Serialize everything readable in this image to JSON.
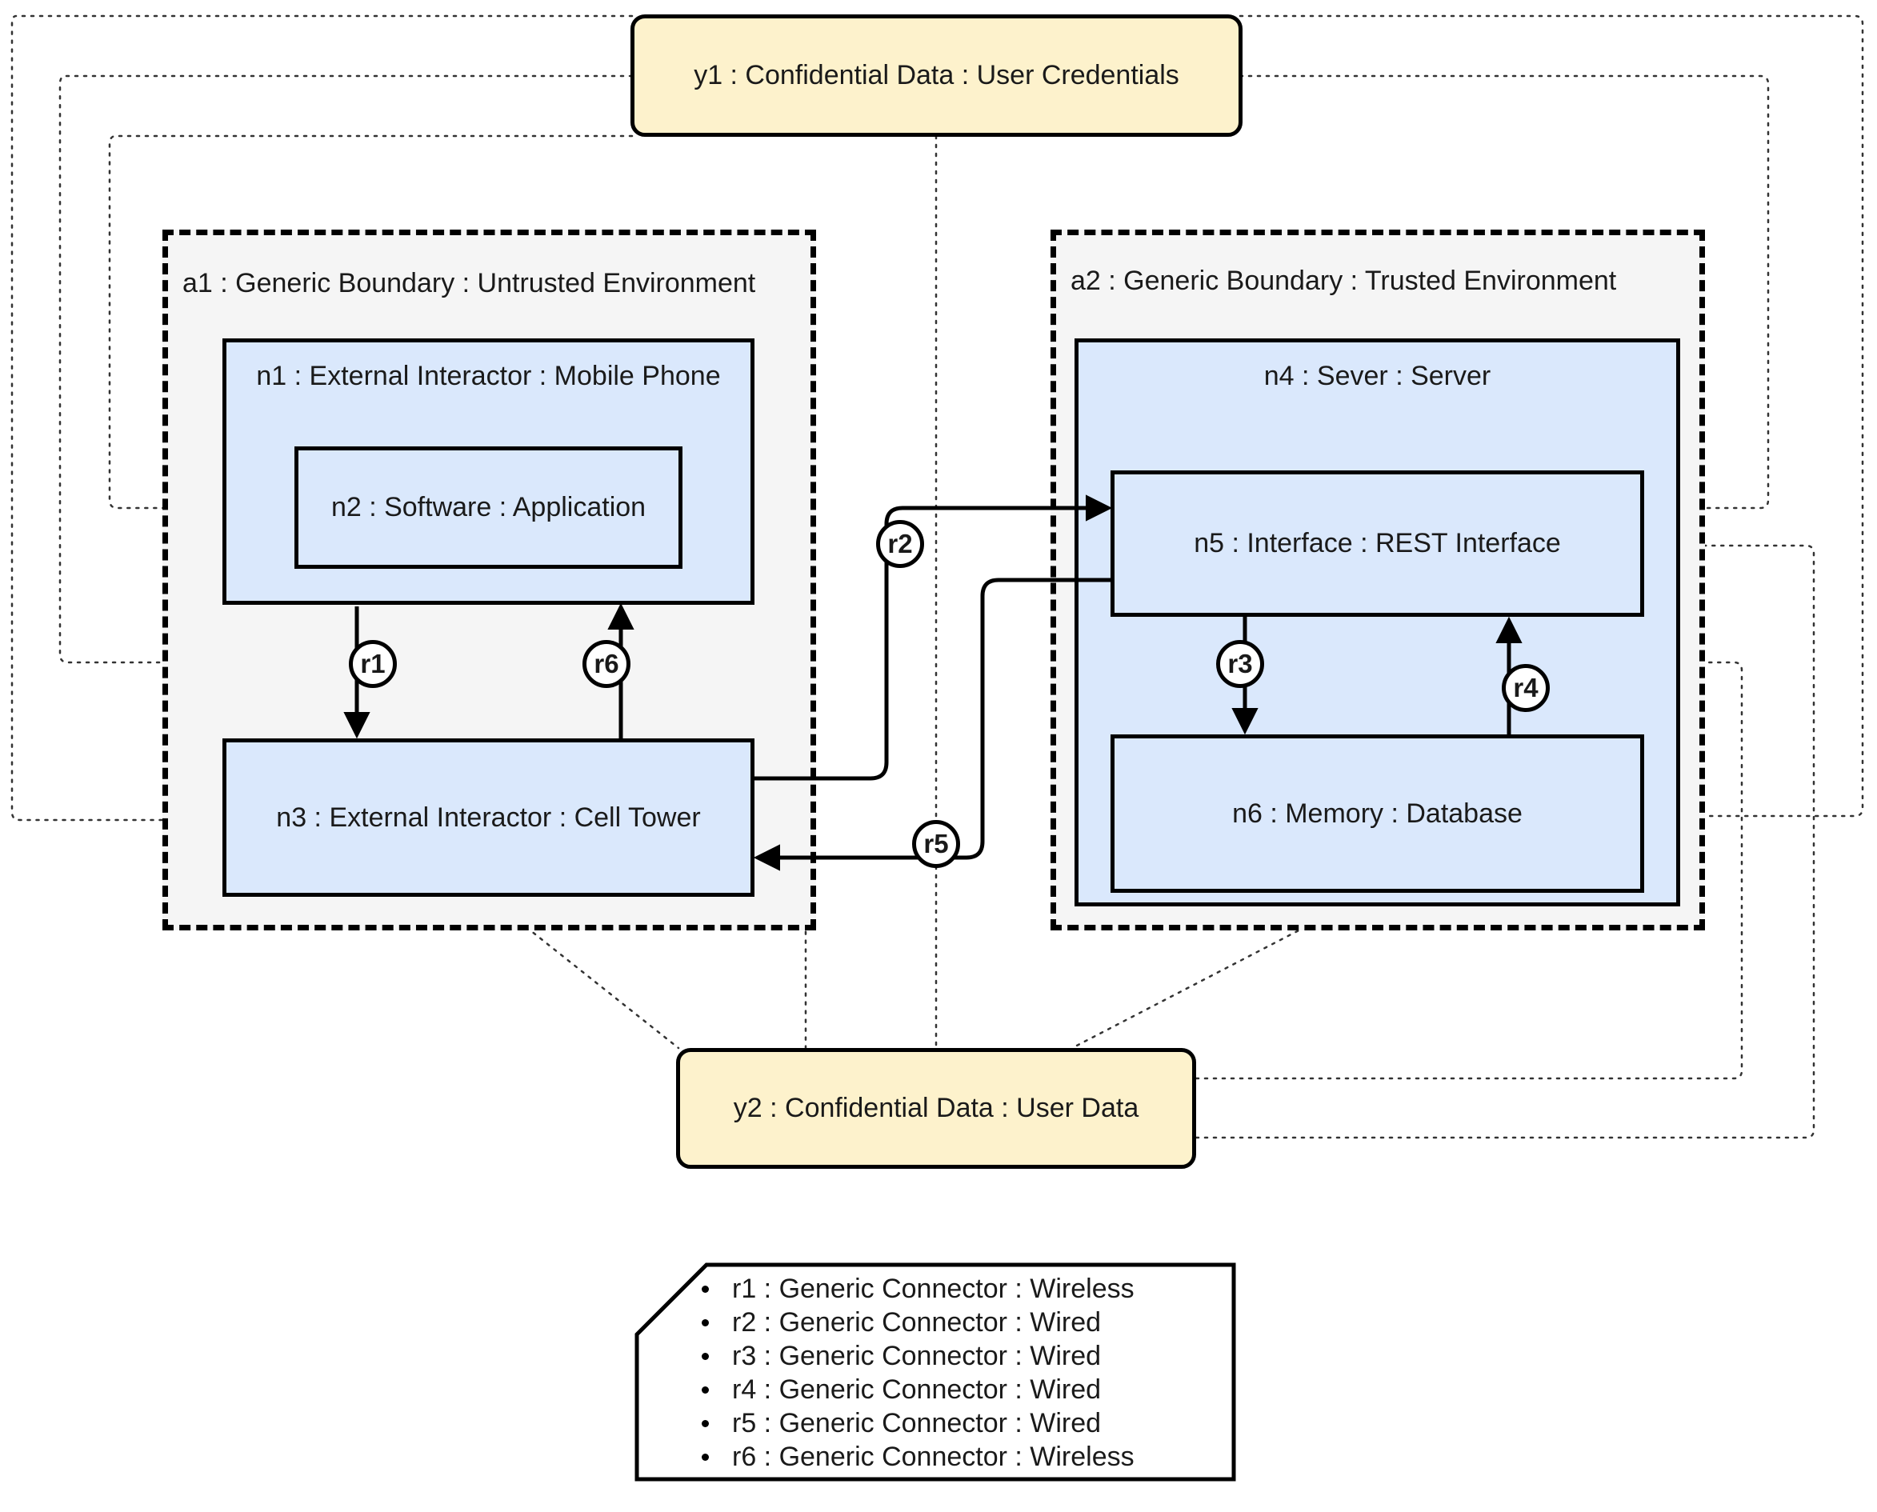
{
  "diagram": {
    "data_items": [
      {
        "id": "y1",
        "label": "y1 : Confidential Data : User Credentials"
      },
      {
        "id": "y2",
        "label": "y2 : Confidential Data : User Data"
      }
    ],
    "boundaries": [
      {
        "id": "a1",
        "label": "a1 : Generic Boundary : Untrusted Environment"
      },
      {
        "id": "a2",
        "label": "a2 : Generic Boundary : Trusted Environment"
      }
    ],
    "nodes": [
      {
        "id": "n1",
        "label": "n1 : External Interactor : Mobile Phone"
      },
      {
        "id": "n2",
        "label": "n2 : Software : Application"
      },
      {
        "id": "n3",
        "label": "n3 : External Interactor : Cell Tower"
      },
      {
        "id": "n4",
        "label": "n4 : Sever : Server"
      },
      {
        "id": "n5",
        "label": "n5 : Interface : REST Interface"
      },
      {
        "id": "n6",
        "label": "n6 : Memory : Database"
      }
    ],
    "connectors": [
      {
        "id": "r1",
        "badge": "r1",
        "from": "n1",
        "to": "n3"
      },
      {
        "id": "r2",
        "badge": "r2",
        "from": "n3",
        "to": "n5"
      },
      {
        "id": "r3",
        "badge": "r3",
        "from": "n5",
        "to": "n6"
      },
      {
        "id": "r4",
        "badge": "r4",
        "from": "n6",
        "to": "n5"
      },
      {
        "id": "r5",
        "badge": "r5",
        "from": "n5",
        "to": "n3"
      },
      {
        "id": "r6",
        "badge": "r6",
        "from": "n3",
        "to": "n1"
      }
    ],
    "legend": [
      "r1 : Generic Connector : Wireless",
      "r2 : Generic Connector : Wired",
      "r3 : Generic Connector : Wired",
      "r4 : Generic Connector : Wired",
      "r5 : Generic Connector : Wired",
      "r6 : Generic Connector : Wireless"
    ]
  }
}
